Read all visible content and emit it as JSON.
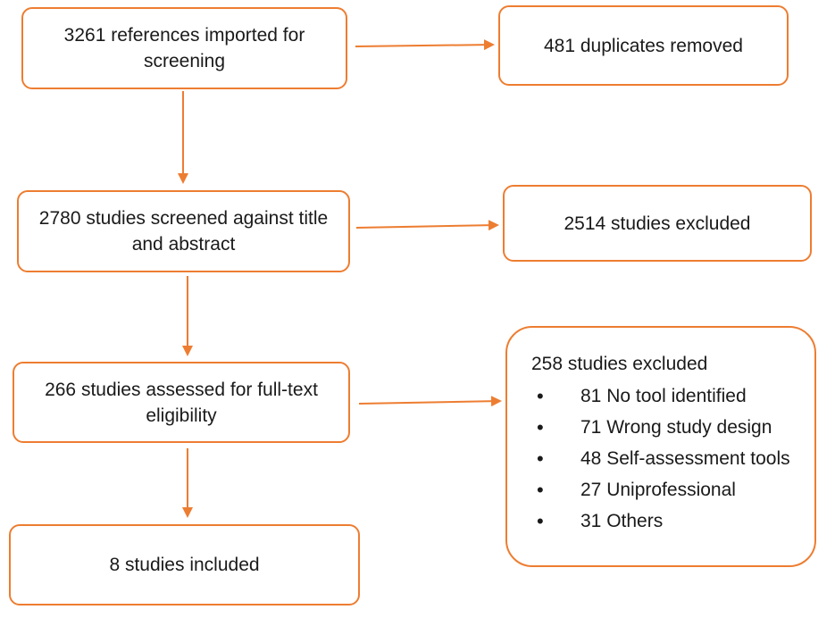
{
  "flow": {
    "imported": "3261 references imported for screening",
    "duplicates": "481 duplicates removed",
    "screened": "2780 studies screened against title and abstract",
    "excluded_screening": "2514 studies excluded",
    "assessed": "266 studies assessed for full-text eligibility",
    "excluded_fulltext": {
      "title": "258 studies excluded",
      "reasons": [
        "81 No tool identified",
        "71 Wrong study design",
        "48 Self-assessment tools",
        "27 Uniprofessional",
        "31 Others"
      ]
    },
    "included": "8 studies included"
  },
  "colors": {
    "accent": "#ED7D31",
    "text": "#1a1a1a"
  },
  "bullet_glyph": "•"
}
